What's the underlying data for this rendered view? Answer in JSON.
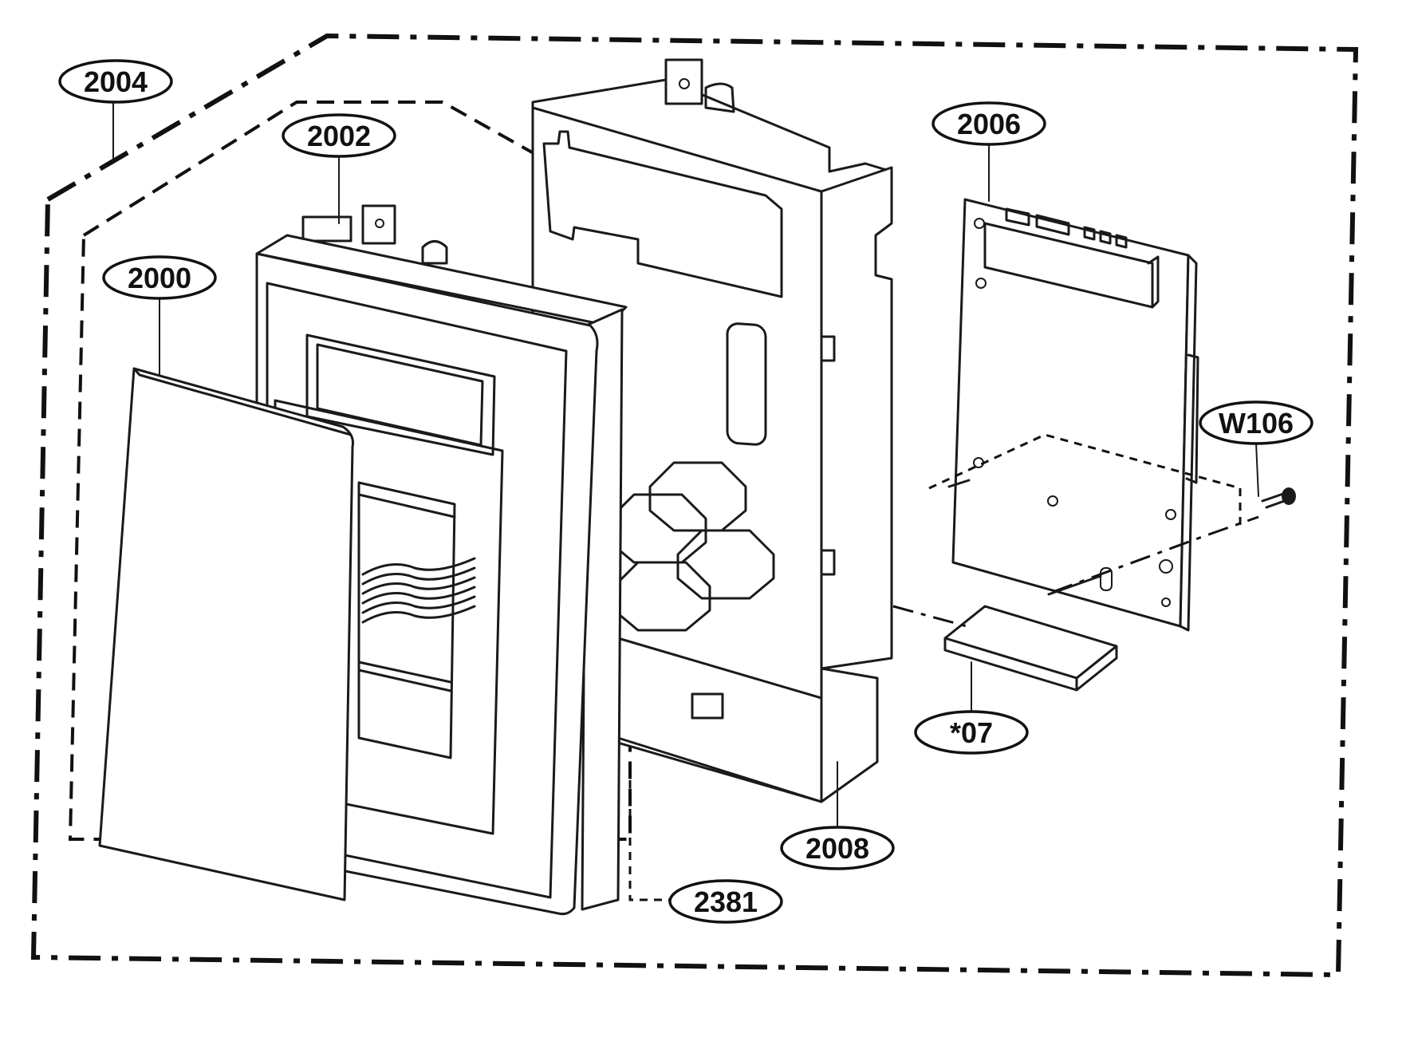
{
  "callouts": {
    "c2004": "2004",
    "c2002": "2002",
    "c2000": "2000",
    "c2006": "2006",
    "cW106": "W106",
    "c07": "*07",
    "c2008": "2008",
    "c2381": "2381"
  }
}
